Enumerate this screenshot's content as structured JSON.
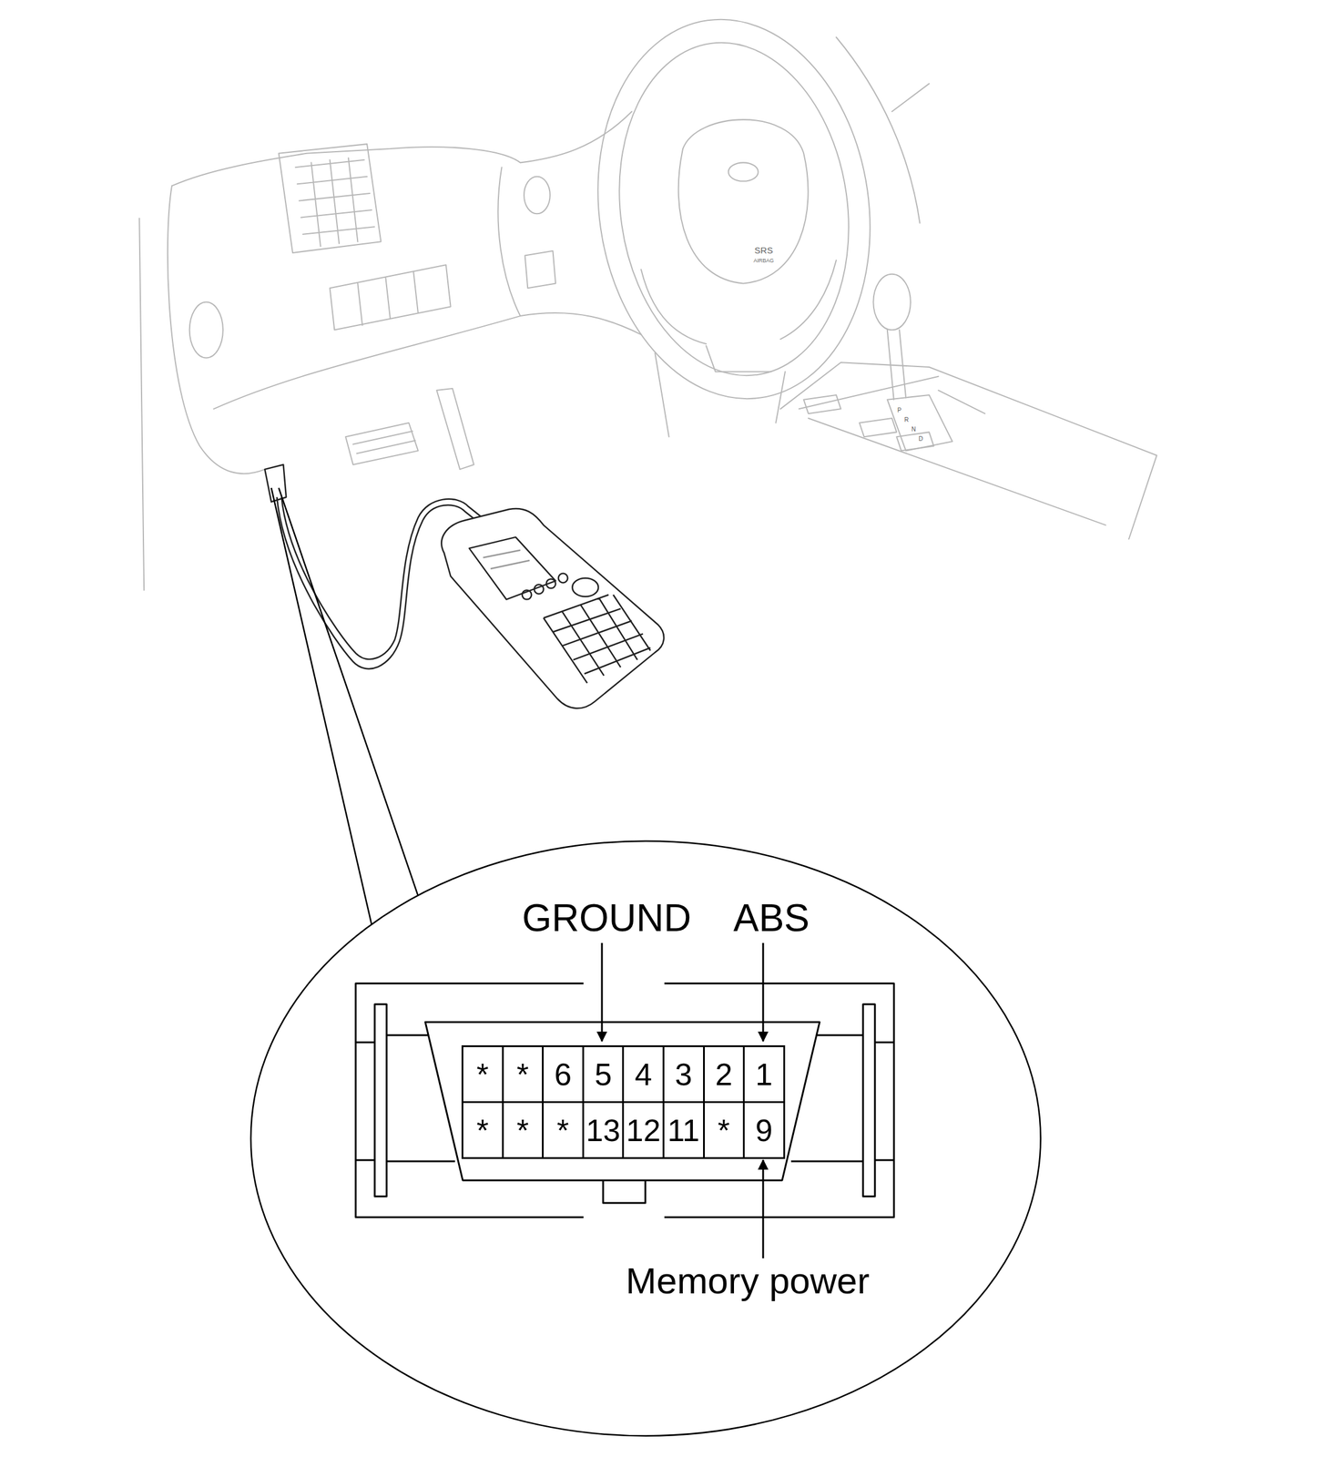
{
  "diagram": {
    "nodes": [
      {
        "text": [
          "*"
        ]
      },
      {
        "text": [
          "*"
        ]
      },
      {
        "text": [
          "6"
        ]
      },
      {
        "text": [
          "5"
        ]
      },
      {
        "text": [
          "4"
        ]
      },
      {
        "text": [
          "3"
        ]
      },
      {
        "text": [
          "2"
        ]
      },
      {
        "text": [
          "1"
        ]
      },
      {
        "text": [
          "*"
        ]
      },
      {
        "text": [
          "*"
        ]
      },
      {
        "text": [
          "*"
        ]
      },
      {
        "text": [
          "13"
        ]
      },
      {
        "text": [
          "12"
        ]
      },
      {
        "text": [
          "11"
        ]
      },
      {
        "text": [
          "*"
        ]
      },
      {
        "text": [
          "9"
        ]
      }
    ],
    "labels": [
      "GROUND",
      "ABS",
      "Memory power",
      "SRS",
      "AIRBAG",
      "P",
      "R",
      "N",
      "D"
    ]
  }
}
